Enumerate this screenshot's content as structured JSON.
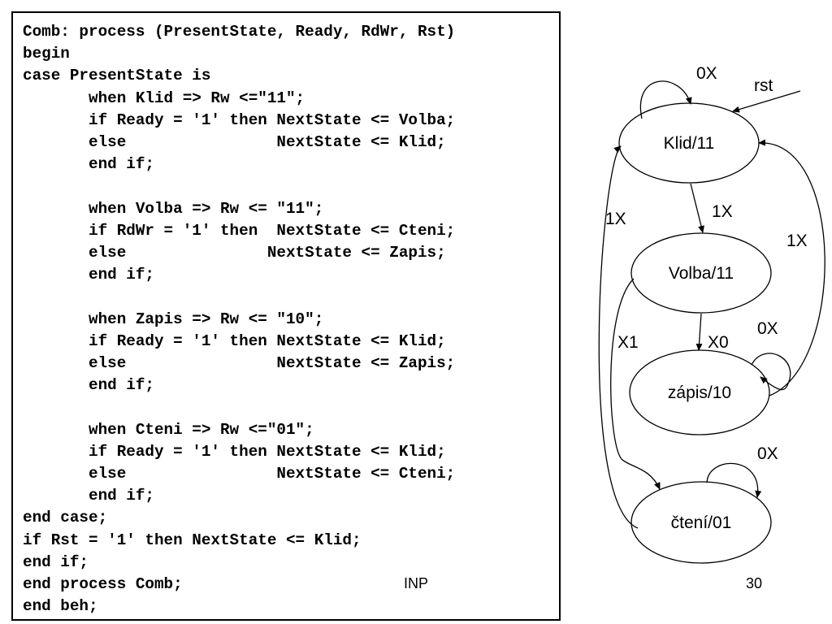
{
  "code": {
    "lines": [
      "Comb: process (PresentState, Ready, RdWr, Rst)",
      "begin",
      "case PresentState is",
      "       when Klid => Rw <=\"11\";",
      "       if Ready = '1' then NextState <= Volba;",
      "       else                NextState <= Klid;",
      "       end if;",
      "",
      "       when Volba => Rw <= \"11\";",
      "       if RdWr = '1' then  NextState <= Cteni;",
      "       else               NextState <= Zapis;",
      "       end if;",
      "",
      "       when Zapis => Rw <= \"10\";",
      "       if Ready = '1' then NextState <= Klid;",
      "       else                NextState <= Zapis;",
      "       end if;",
      "",
      "       when Cteni => Rw <=\"01\";",
      "       if Ready = '1' then NextState <= Klid;",
      "       else                NextState <= Cteni;",
      "       end if;",
      "end case;",
      "if Rst = '1' then NextState <= Klid;",
      "end if;",
      "end process Comb;",
      "end beh;"
    ]
  },
  "footer": {
    "course": "INP",
    "page_number": "30"
  },
  "diagram": {
    "states": {
      "klid": "Klid/11",
      "volba": "Volba/11",
      "zapis": "zápis/10",
      "cteni": "čtení/01"
    },
    "edges": {
      "klid_self": "0X",
      "rst": "rst",
      "klid_to_volba": "1X",
      "volba_to_zapis": "X0",
      "zapis_self": "0X",
      "volba_to_cteni": "X1",
      "cteni_self": "0X",
      "cteni_to_klid": "1X",
      "zapis_to_klid": "1X"
    }
  }
}
